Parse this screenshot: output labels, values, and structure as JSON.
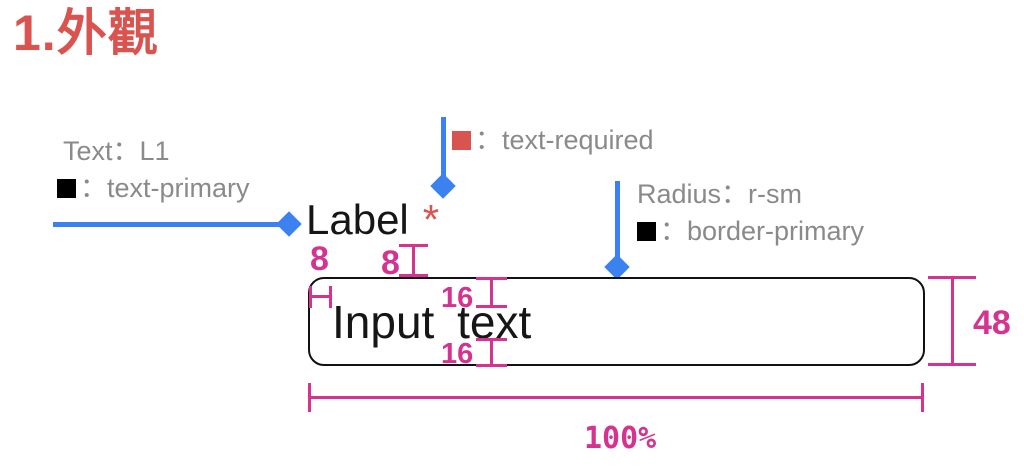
{
  "title": "1.外觀",
  "annotations": {
    "label_style": {
      "line1": "Text：L1",
      "swatch": "■",
      "line2": "：text-primary"
    },
    "required_style": {
      "swatch": "■",
      "text": "：text-required"
    },
    "border_style": {
      "line1": "Radius：r-sm",
      "swatch": "■",
      "line2": "：border-primary"
    }
  },
  "field": {
    "label": "Label",
    "required_marker": "*",
    "input_text": "Input text"
  },
  "measurements": {
    "input_padding_left": "8",
    "label_gap": "8",
    "input_padding_top": "16",
    "input_padding_bottom": "16",
    "input_height": "48",
    "input_width": "100%"
  },
  "colors": {
    "accent_red": "#d9534f",
    "pointer_blue": "#3b82f0",
    "measure_pink": "#d4348f",
    "annotation_gray": "#8a8a8a",
    "swatch_black": "#000000",
    "border_black": "#111111"
  }
}
